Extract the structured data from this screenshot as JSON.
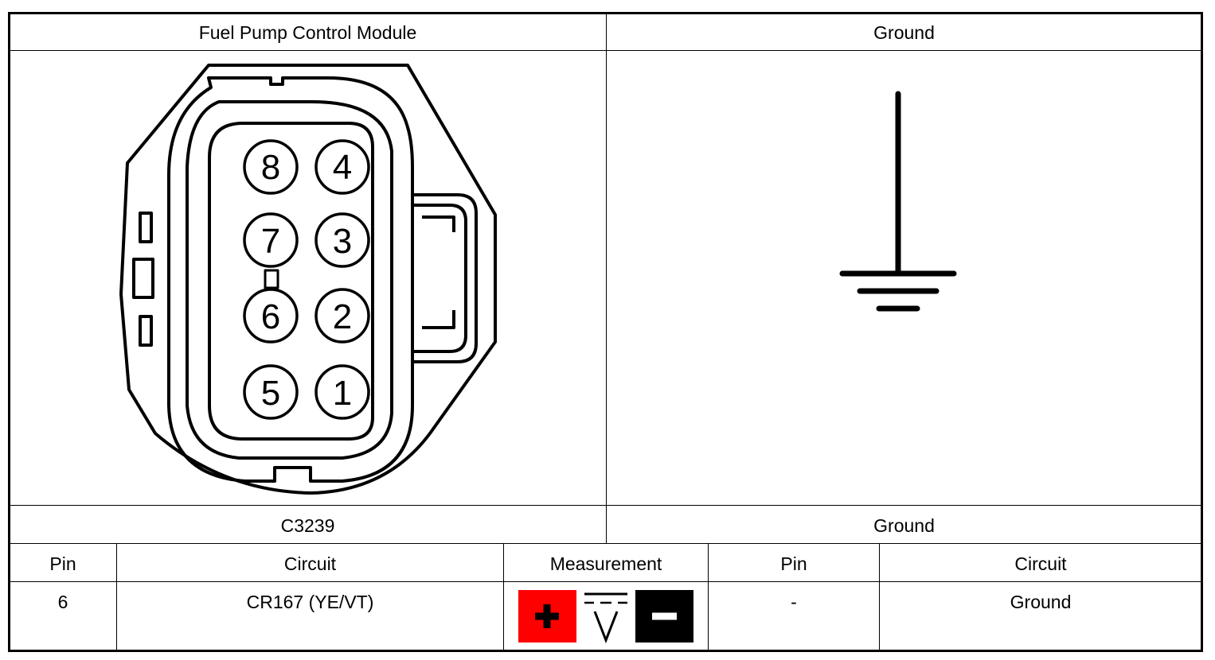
{
  "header": {
    "left_title": "Fuel Pump Control Module",
    "right_title": "Ground"
  },
  "connector": {
    "pins_left_column": [
      "8",
      "7",
      "6",
      "5"
    ],
    "pins_right_column": [
      "4",
      "3",
      "2",
      "1"
    ]
  },
  "captions": {
    "left": "C3239",
    "right": "Ground"
  },
  "table": {
    "headers": {
      "pin": "Pin",
      "circuit": "Circuit",
      "measurement": "Measurement",
      "pin2": "Pin",
      "circuit2": "Circuit"
    },
    "row": {
      "pin": "6",
      "circuit": "CR167 (YE/VT)",
      "pin2": "-",
      "circuit2": "Ground"
    }
  },
  "measurement_icons": {
    "positive_color": "#ff0000",
    "negative_color": "#000000",
    "positive_symbol": "positive-probe-icon",
    "dc_voltage_symbol": "dc-voltage-icon",
    "negative_symbol": "negative-probe-icon"
  }
}
